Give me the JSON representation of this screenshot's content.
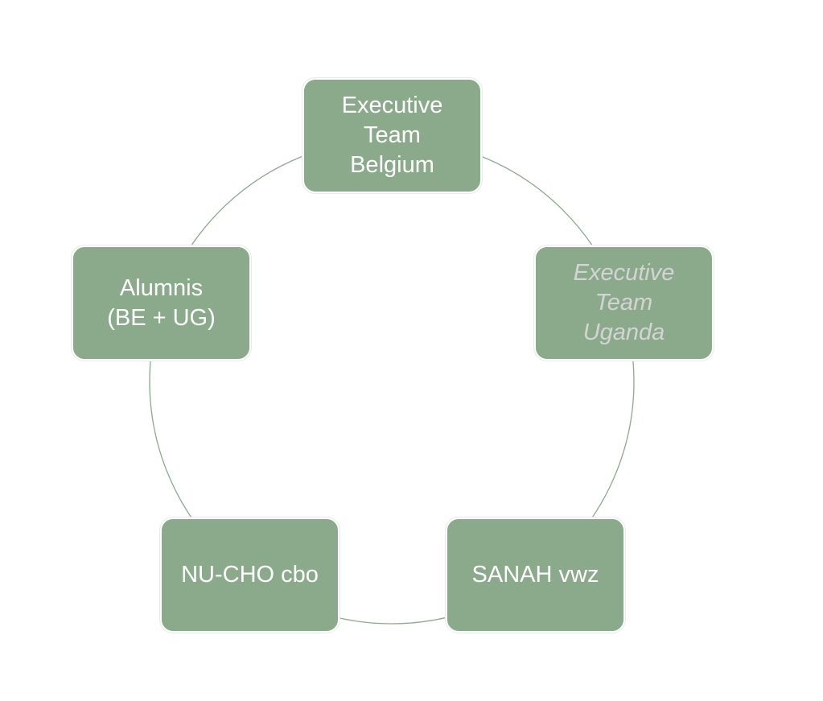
{
  "diagram": {
    "type": "cycle",
    "colors": {
      "node_fill": "#8baa8b",
      "node_text": "#ffffff",
      "muted_text": "#d4d4d4",
      "ring": "#8baa8b"
    },
    "nodes": [
      {
        "label": "Executive\nTeam\nBelgium"
      },
      {
        "label": "Executive\nTeam\nUganda"
      },
      {
        "label": "SANAH vwz"
      },
      {
        "label": "NU-CHO cbo"
      },
      {
        "label": "Alumnis\n(BE + UG)"
      }
    ]
  }
}
